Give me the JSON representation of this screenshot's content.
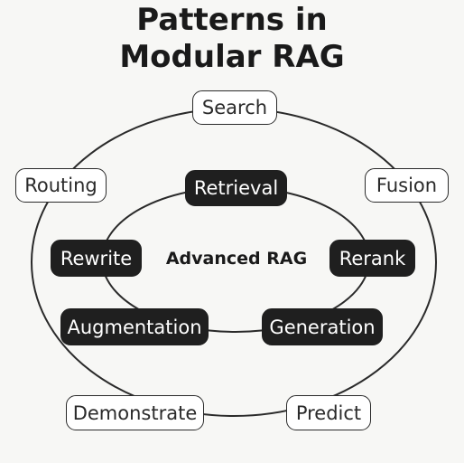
{
  "title": {
    "line1": "Patterns in",
    "line2": "Modular RAG"
  },
  "center_label": "Advanced RAG",
  "outer_ring": {
    "search": "Search",
    "routing": "Routing",
    "fusion": "Fusion",
    "demonstrate": "Demonstrate",
    "predict": "Predict"
  },
  "inner_ring": {
    "retrieval": "Retrieval",
    "rewrite": "Rewrite",
    "rerank": "Rerank",
    "augmentation": "Augmentation",
    "generation": "Generation"
  },
  "colors": {
    "background": "#f7f7f5",
    "dark_node": "#1f1f1f",
    "light_node": "#ffffff",
    "ring_stroke": "#2a2a2a"
  }
}
